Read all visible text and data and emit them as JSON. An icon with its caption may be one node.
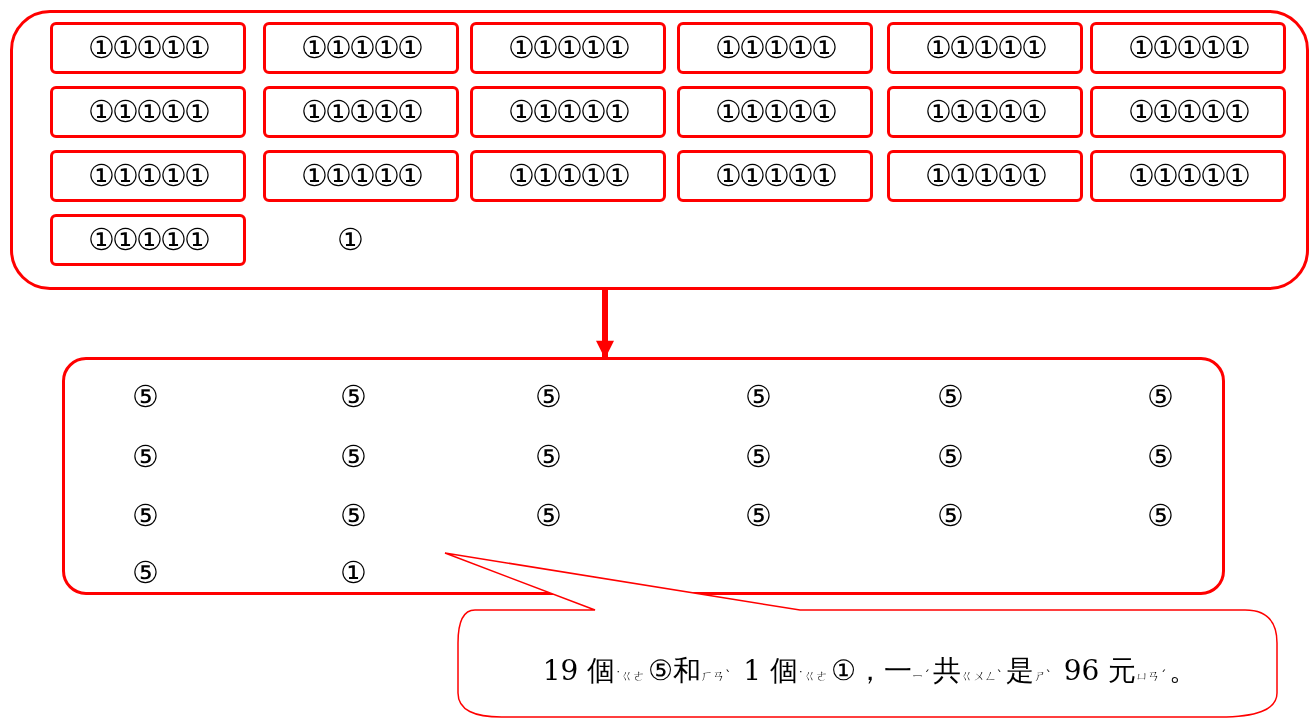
{
  "diagram": {
    "nodes": [
      {
        "text": [
          "①"
        ]
      },
      {
        "text": [
          "①①①①①"
        ],
        "in": 0
      },
      {
        "text": [
          "①①①①①"
        ],
        "in": 0
      },
      {
        "text": [
          "①①①①①"
        ],
        "in": 0
      },
      {
        "text": [
          "①①①①①"
        ],
        "in": 0
      },
      {
        "text": [
          "①①①①①"
        ],
        "in": 0
      },
      {
        "text": [
          "①①①①①"
        ],
        "in": 0
      },
      {
        "text": [
          "①①①①①"
        ],
        "in": 0
      },
      {
        "text": [
          "①①①①①"
        ],
        "in": 0
      },
      {
        "text": [
          "①①①①①"
        ],
        "in": 0
      },
      {
        "text": [
          "①①①①①"
        ],
        "in": 0
      },
      {
        "text": [
          "①①①①①"
        ],
        "in": 0
      },
      {
        "text": [
          "①①①①①"
        ],
        "in": 0
      },
      {
        "text": [
          "①①①①①"
        ],
        "in": 0
      },
      {
        "text": [
          "①①①①①"
        ],
        "in": 0
      },
      {
        "text": [
          "①①①①①"
        ],
        "in": 0
      },
      {
        "text": [
          "①①①①①"
        ],
        "in": 0
      },
      {
        "text": [
          "①①①①①"
        ],
        "in": 0
      },
      {
        "text": [
          "①①①①①"
        ],
        "in": 0
      },
      {
        "text": [
          "①①①①①"
        ],
        "in": 0
      },
      {
        "text": [
          "⑤",
          "⑤",
          "⑤",
          "⑤",
          "⑤",
          "⑤",
          "⑤",
          "⑤",
          "⑤",
          "⑤",
          "⑤",
          "⑤",
          "⑤",
          "⑤",
          "⑤",
          "⑤",
          "⑤",
          "⑤",
          "⑤",
          "①"
        ]
      },
      {
        "text": [
          "19 個˙ㄍㄜ⑤和ㄏㄢˋ 1 個˙ㄍㄜ①，一ㄧˊ共ㄍㄨㄥˋ是ㄕˋ 96 元ㄩㄢˊ。"
        ]
      }
    ],
    "edges": [
      {
        "from": 0,
        "to": 20,
        "arrow": "to"
      }
    ]
  }
}
